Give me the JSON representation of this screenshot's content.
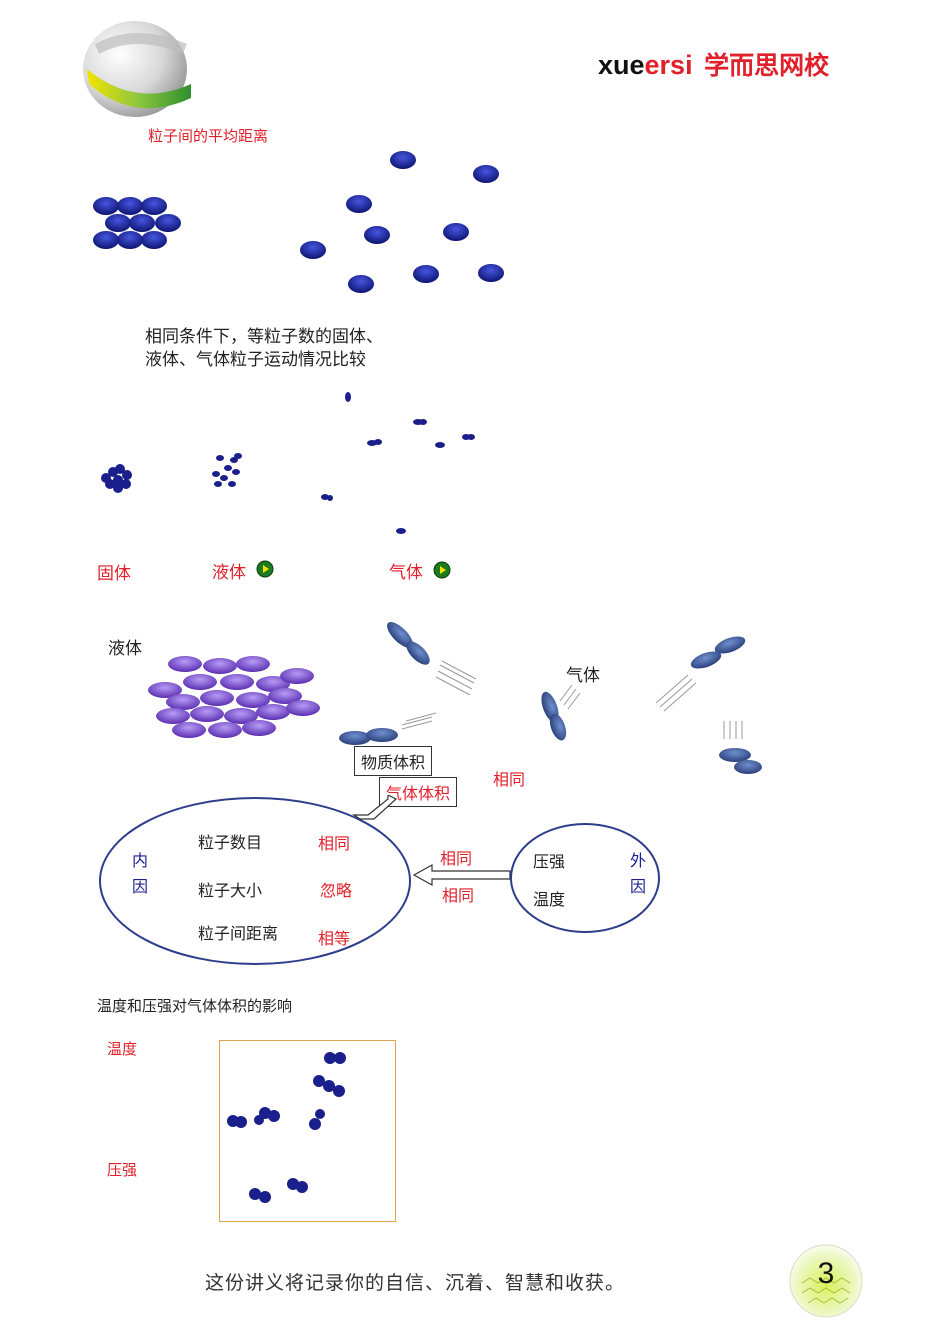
{
  "header": {
    "brand_latin_dark": "xue",
    "brand_latin_red": "ersi",
    "brand_cn": "学而思网校"
  },
  "section1": {
    "title": "粒子间的平均距离"
  },
  "section2": {
    "caption_line1": "相同条件下，等粒子数的固体、",
    "caption_line2": "液体、气体粒子运动情况比较",
    "labels": {
      "solid": "固体",
      "liquid": "液体",
      "gas": "气体"
    }
  },
  "section3": {
    "liquid_label": "液体",
    "gas_label": "气体",
    "volume_box": "物质体积",
    "gas_volume_box": "气体体积",
    "gas_volume_same": "相同",
    "inner": {
      "title_top": "内",
      "title_bottom": "因",
      "rows": [
        {
          "factor": "粒子数目",
          "status": "相同"
        },
        {
          "factor": "粒子大小",
          "status": "忽略"
        },
        {
          "factor": "粒子间距离",
          "status": "相等"
        }
      ]
    },
    "arrow_labels": {
      "top": "相同",
      "bottom": "相同"
    },
    "outer": {
      "title_top": "外",
      "title_bottom": "因",
      "factors": [
        "压强",
        "温度"
      ]
    }
  },
  "section4": {
    "title": "温度和压强对气体体积的影响",
    "temperature": "温度",
    "pressure": "压强"
  },
  "footer": {
    "slogan": "这份讲义将记录你的自信、沉着、智慧和收获。",
    "page_number": "3"
  },
  "colors": {
    "accent_red": "#e0212b",
    "particle_navy": "#1a1f8c",
    "particle_purple": "#7a4fd0",
    "particle_steel": "#3f5fa0"
  }
}
